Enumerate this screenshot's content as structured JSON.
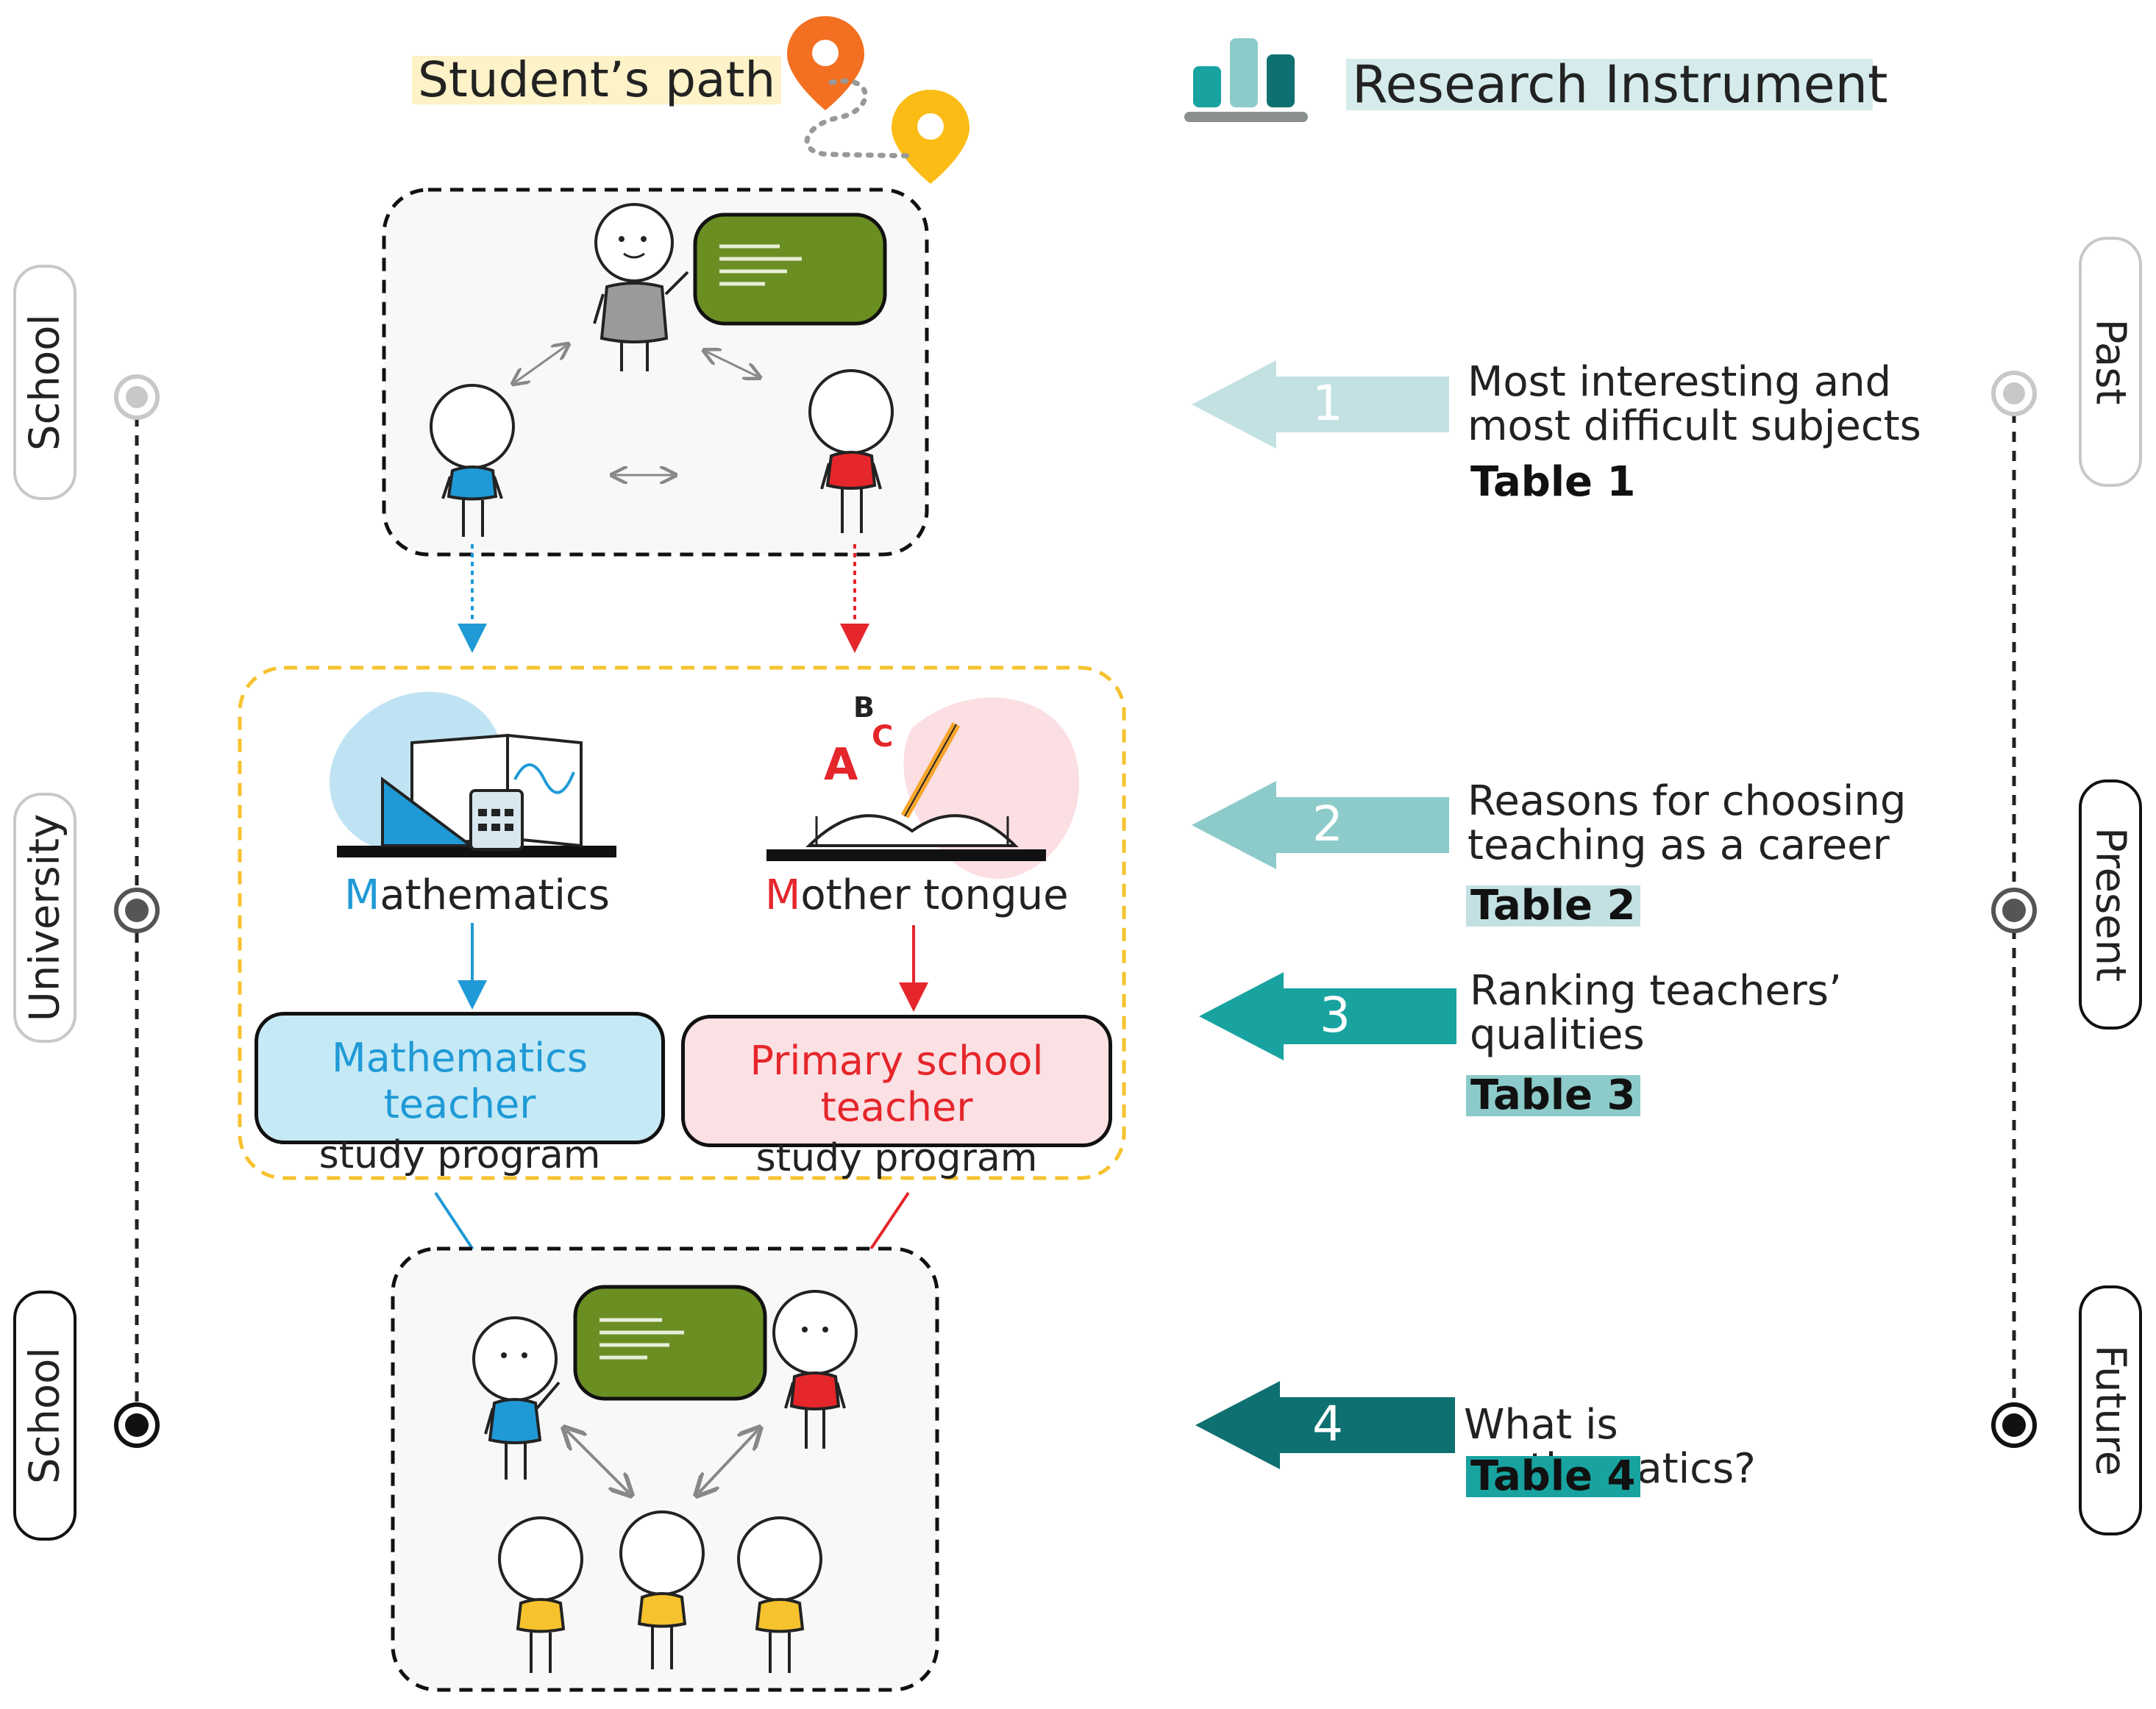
{
  "header": {
    "left_title": "Student’s path",
    "right_title": "Research Instrument"
  },
  "colors": {
    "blue": "#1f9ad6",
    "red": "#e5262b",
    "yellow_dash": "#f6c22e",
    "teal_1": "#c3e1e2",
    "teal_2": "#8ccbca",
    "teal_3": "#18a3a0",
    "teal_4": "#0e7070",
    "blackboard": "#6b8e23"
  },
  "left_timeline": [
    "School",
    "University",
    "School"
  ],
  "right_timeline": [
    "Past",
    "Present",
    "Future"
  ],
  "subjects": {
    "math_initial": "M",
    "math_rest": "athematics",
    "mother_initial": "M",
    "mother_rest": "other tongue"
  },
  "programs": {
    "math": {
      "title": "Mathematics teacher",
      "subtitle": "study program"
    },
    "primary": {
      "title": "Primary school teacher",
      "subtitle": "study program"
    }
  },
  "instruments": [
    {
      "number": "1",
      "text": "Most interesting and most difficult subjects",
      "table": "Table 1"
    },
    {
      "number": "2",
      "text": "Reasons for choosing teaching as a career",
      "table": "Table 2"
    },
    {
      "number": "3",
      "text": "Ranking teachers’ qualities",
      "table": "Table 3"
    },
    {
      "number": "4",
      "text": "What is mathematics?",
      "table": "Table 4"
    }
  ]
}
